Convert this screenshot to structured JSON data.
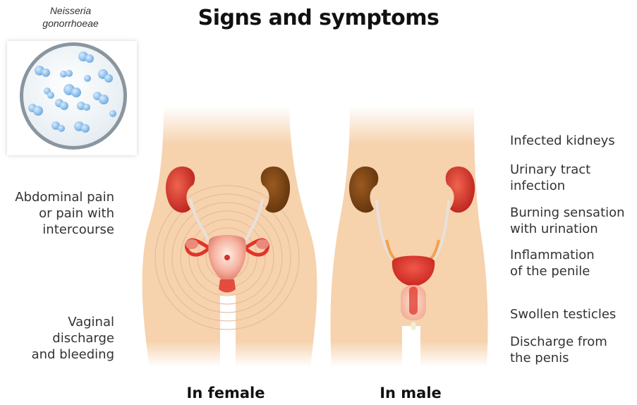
{
  "title": "Signs and symptoms",
  "bacterium": {
    "name_line1": "Neisseria",
    "name_line2": "gonorrhoeae"
  },
  "female": {
    "caption": "In female",
    "symptoms": [
      "Abdominal pain\nor pain with\nintercourse",
      "Vaginal\ndischarge\nand bleeding"
    ]
  },
  "male": {
    "caption": "In male",
    "symptoms": [
      "Infected kidneys",
      "Urinary tract\ninfection",
      "Burning sensation\nwith urination",
      "Inflammation\nof the penile",
      "Swollen testicles",
      "Discharge from\nthe penis"
    ]
  },
  "colors": {
    "skin": "#f6d2ad",
    "kidney_infected": "#d8322a",
    "kidney_healthy": "#7a4515",
    "organ_red": "#e0352b",
    "pain_rings": "#e3b89a"
  }
}
